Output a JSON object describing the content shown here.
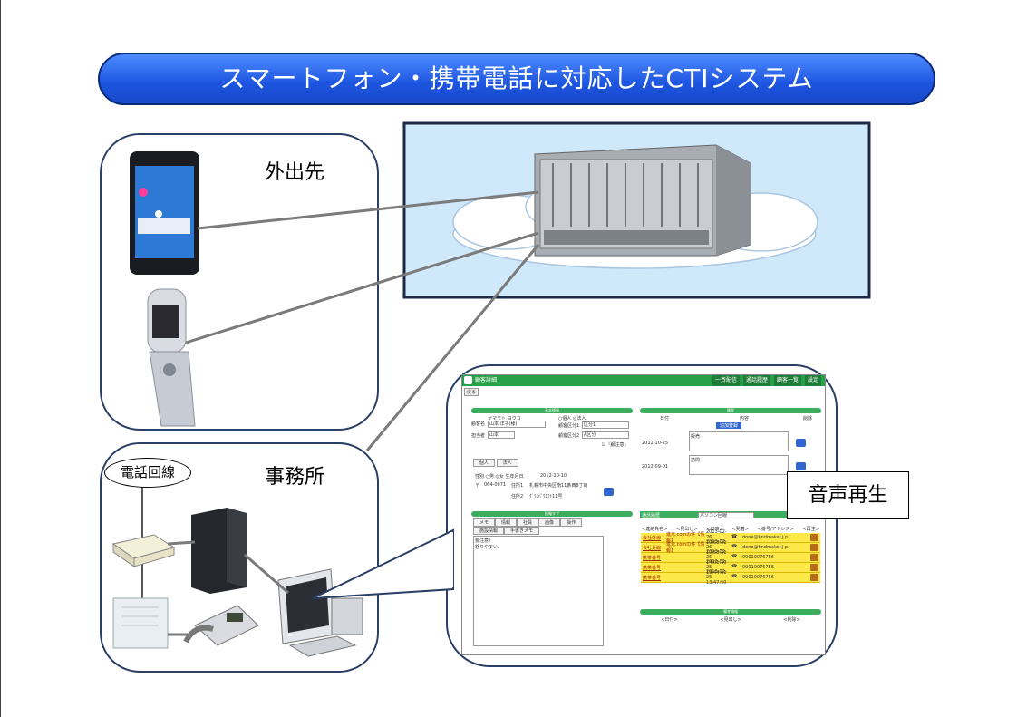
{
  "title": "スマートフォン・携帯電話に対応したCTIシステム",
  "labels": {
    "outside": "外出先",
    "office": "事務所",
    "phone_line": "電話回線",
    "audio_playback": "音声再生"
  },
  "screen": {
    "app_title": "顧客詳細",
    "nav": [
      "一斉配信",
      "通話履歴",
      "顧客一覧",
      "設定"
    ],
    "back_button": "戻る",
    "basic_info_header": "基本情報",
    "customer_kana": "ヤマモト ヨウコ",
    "customer_name": "山本 洋子(様)",
    "name_label": "顧客名",
    "type_options": "○個人 ◎法人",
    "category1_label": "顧客区分1",
    "category1_value": "区分1",
    "category2_label": "顧客区分2",
    "category2_value": "A区分",
    "owner_label": "担当者",
    "owner_value": "山本",
    "caution_checkbox": "☑『顧注意』",
    "tabs_person": [
      "個人",
      "法人"
    ],
    "gender_line": "性別 ○男 ◎女 生年月日",
    "birthdate": "2012-10-10",
    "postal_label": "〒",
    "postal_value": "064-0071",
    "address1_label": "住所1",
    "address1_value": "札幌市中央区南11条西8丁目",
    "address2_label": "住所2",
    "address2_value": "ｸﾞﾗﾝﾊﾟｳｴﾌﾄ11号",
    "history_header": "履歴",
    "history_cols": [
      "日付",
      "内容",
      "削除"
    ],
    "history_add": "追加登録",
    "history_rows": [
      {
        "date": "2012-10-25",
        "content": "販売"
      },
      {
        "date": "2012-09-01",
        "content": "訪問"
      }
    ],
    "info_header": "情報タブ",
    "info_tabs": [
      "メモ",
      "情報",
      "社員",
      "画像",
      "操作"
    ],
    "info_subtabs": [
      "施設情報",
      "手書きメモ"
    ],
    "memo_text": [
      "要注意！",
      "怒りやすい。"
    ],
    "call_header": "通話履歴",
    "call_filter": "パソコン回線",
    "call_cols": [
      "<連絡先名>",
      "<見出し>",
      "<日時>",
      "<発着>",
      "<番号/アドレス>",
      "<再生>"
    ],
    "call_rows": [
      {
        "name": "会社外線",
        "subject": "進元.comの件【情報】",
        "date": "2013-02-26 10:58:31",
        "number": "done@findmaker.j p"
      },
      {
        "name": "会社外線",
        "subject": "進元.comの件【情報】",
        "date": "2013-02-26 10:58:31",
        "number": "done@findmaker.j p"
      },
      {
        "name": "携帯番号",
        "subject": "",
        "date": "2013-02-25 14:01:30",
        "number": "09010076756"
      },
      {
        "name": "携帯番号",
        "subject": "",
        "date": "2013-02-25 13:44:01",
        "number": "09010076756"
      },
      {
        "name": "携帯番号",
        "subject": "",
        "date": "2013-02-25 13:47:50",
        "number": "09010076756"
      }
    ],
    "notes_header": "備考情報",
    "notes_cols": [
      "<日付>",
      "<見出し>",
      "<削除>"
    ]
  },
  "colors": {
    "banner": "#2a63e8",
    "app_green": "#27a049",
    "call_yellow": "#fde84a",
    "cloud_bg": "#d6ecfb"
  }
}
